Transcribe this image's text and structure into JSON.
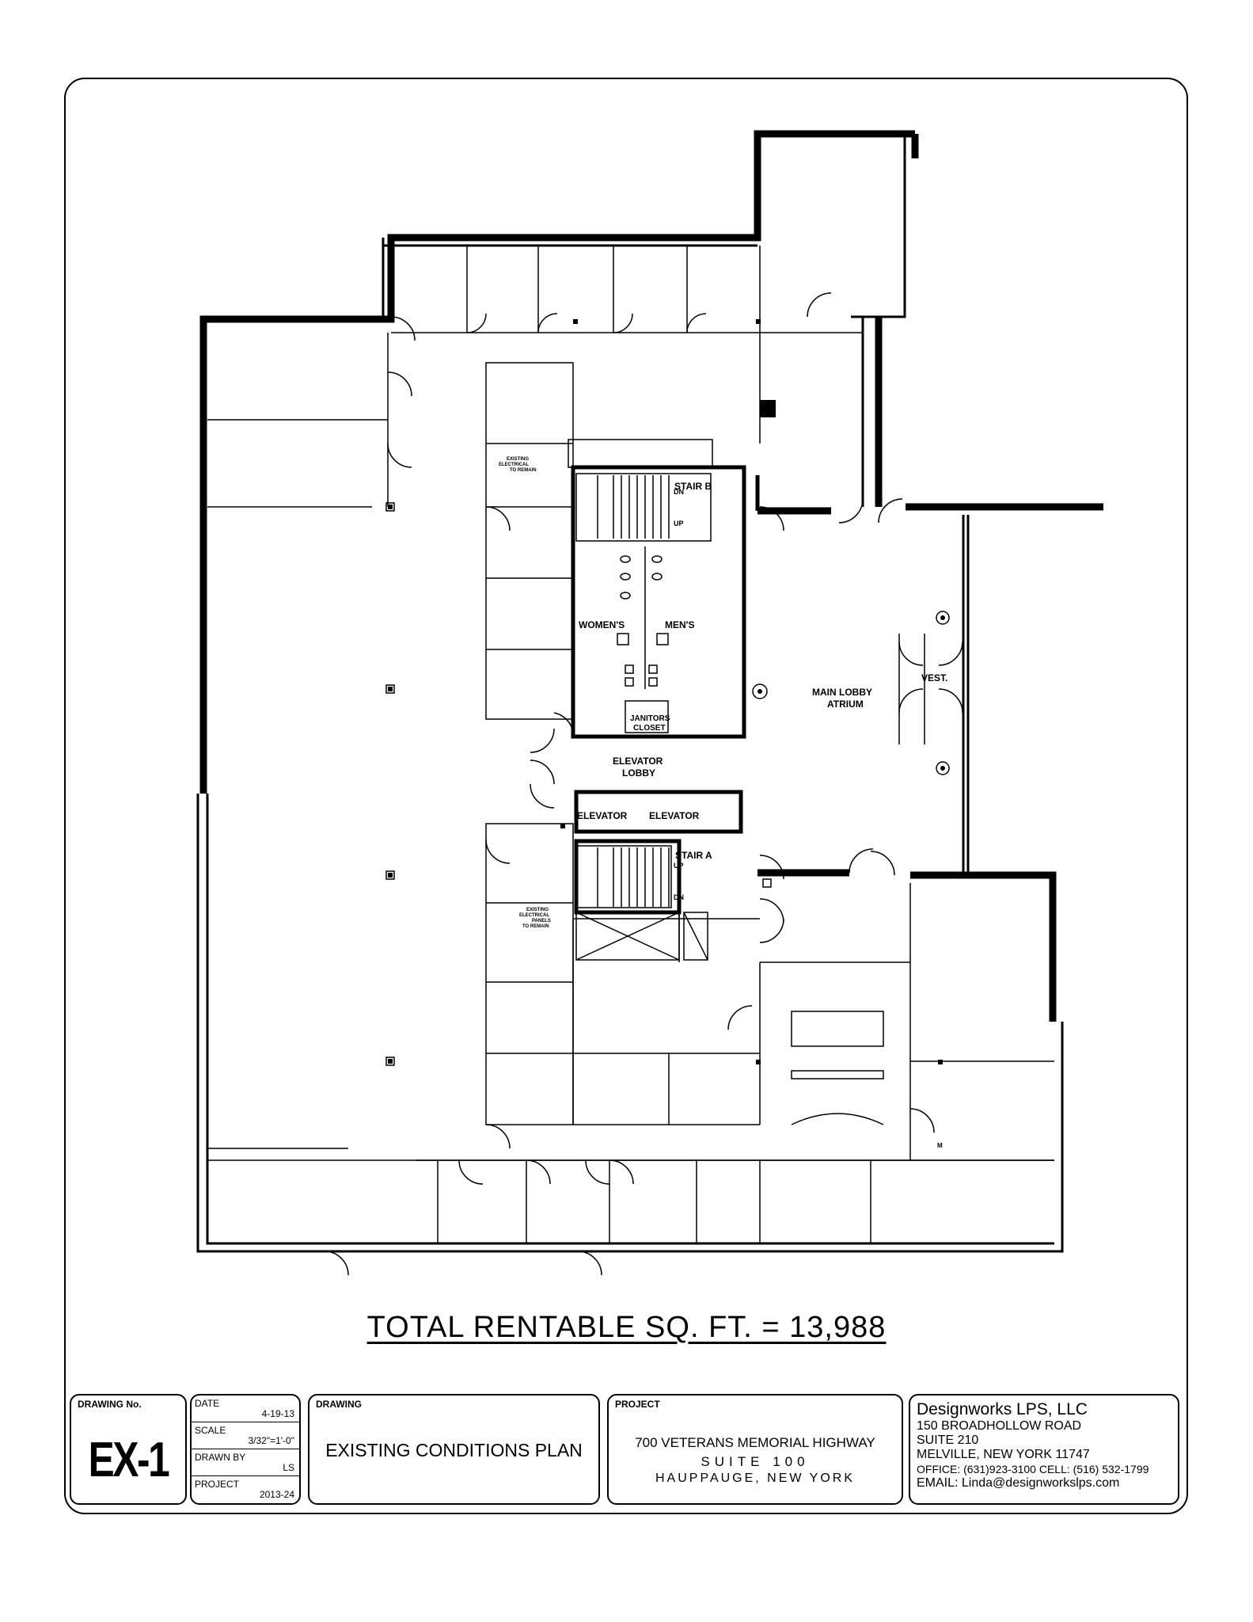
{
  "total_label": "TOTAL RENTABLE SQ. FT. = 13,988",
  "rooms": {
    "stair_b": "STAIR B",
    "stair_a": "STAIR A",
    "dn": "DN",
    "up": "UP",
    "womens": "WOMEN'S",
    "mens": "MEN'S",
    "janitors_1": "JANITORS",
    "janitors_2": "CLOSET",
    "elevator_lobby_1": "ELEVATOR",
    "elevator_lobby_2": "LOBBY",
    "elevator": "ELEVATOR",
    "main_lobby_1": "MAIN LOBBY",
    "main_lobby_2": "ATRIUM",
    "vest": "VEST.",
    "electrical_1": "EXISTING",
    "electrical_2": "ELECTRICAL",
    "electrical_3": "PANELS",
    "electrical_4": "TO REMAIN",
    "m": "M"
  },
  "title_block": {
    "drawing_no_label": "DRAWING No.",
    "drawing_no": "EX-1",
    "date_label": "DATE",
    "date": "4-19-13",
    "scale_label": "SCALE",
    "scale": "3/32\"=1'-0\"",
    "drawn_by_label": "DRAWN BY",
    "drawn_by": "LS",
    "project_no_label": "PROJECT",
    "project_no": "2013-24",
    "drawing_label": "DRAWING",
    "drawing_title": "EXISTING CONDITIONS PLAN",
    "project_label": "PROJECT",
    "project_line1": "700 VETERANS MEMORIAL HIGHWAY",
    "project_line2": "SUITE 100",
    "project_line3": "HAUPPAUGE, NEW YORK",
    "firm_name": "Designworks LPS, LLC",
    "firm_address1": "150 BROADHOLLOW ROAD",
    "firm_address2": "SUITE 210",
    "firm_address3": "MELVILLE, NEW YORK   11747",
    "firm_phone": "OFFICE: (631)923-3100   CELL: (516) 532-1799",
    "firm_email": "EMAIL:   Linda@designworkslps.com"
  }
}
